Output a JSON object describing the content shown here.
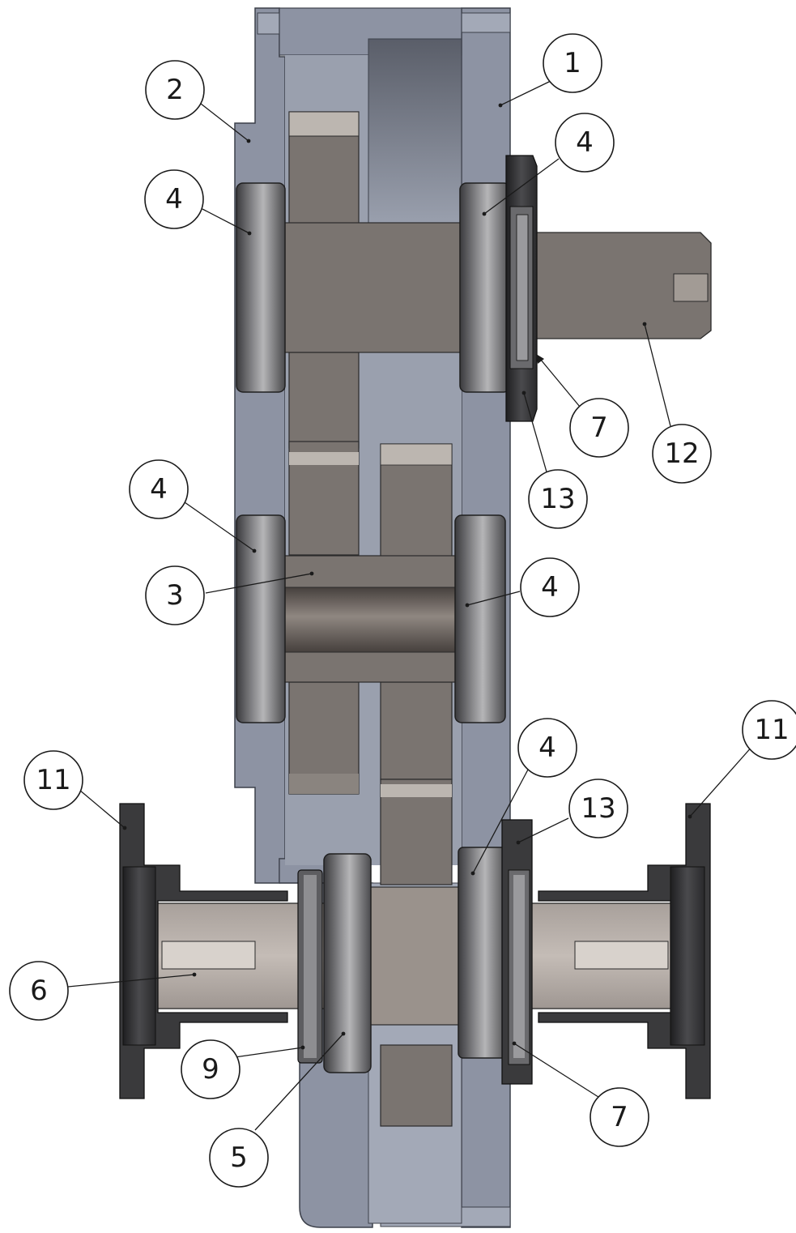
{
  "figure": {
    "description_type": "gearbox-cross-section",
    "colors": {
      "housing_blue": "#8d93a3",
      "housing_blue_light": "#a3a9b7",
      "housing_edge": "#3c404a",
      "gear_gray": "#7a7470",
      "shaft_gray": "#8f8781",
      "flange_dark": "#3a3a3c",
      "bearing_dark": "#4f4f52",
      "background": "#ffffff"
    }
  },
  "balloons": [
    {
      "id": "b1",
      "label": "1"
    },
    {
      "id": "b2",
      "label": "2"
    },
    {
      "id": "b4a",
      "label": "4"
    },
    {
      "id": "b4b",
      "label": "4"
    },
    {
      "id": "b7a",
      "label": "7"
    },
    {
      "id": "b12",
      "label": "12"
    },
    {
      "id": "b13a",
      "label": "13"
    },
    {
      "id": "b4c",
      "label": "4"
    },
    {
      "id": "b3",
      "label": "3"
    },
    {
      "id": "b4d",
      "label": "4"
    },
    {
      "id": "b11a",
      "label": "11"
    },
    {
      "id": "b11b",
      "label": "11"
    },
    {
      "id": "b4e",
      "label": "4"
    },
    {
      "id": "b13b",
      "label": "13"
    },
    {
      "id": "b6",
      "label": "6"
    },
    {
      "id": "b9",
      "label": "9"
    },
    {
      "id": "b5",
      "label": "5"
    },
    {
      "id": "b7b",
      "label": "7"
    }
  ]
}
